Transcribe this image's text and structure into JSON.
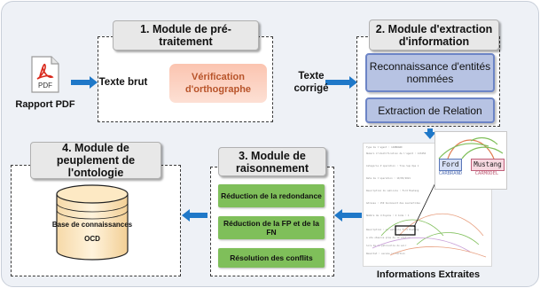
{
  "pdf": {
    "icon_text": "PDF",
    "caption": "Rapport PDF"
  },
  "module1": {
    "title": "1. Module de pré-traitement",
    "input_label": "Texte brut",
    "step": "Vérification d'orthographe"
  },
  "corrected_label": "Texte corrigé",
  "module2": {
    "title": "2. Module d'extraction d'information",
    "step1": "Reconnaissance d'entités nommées",
    "step2": "Extraction de Relation"
  },
  "extracted": {
    "caption": "Informations Extraites",
    "zoom": {
      "entity1": "Ford",
      "type1": "CARBRAND",
      "entity2": "Mustang",
      "type2": "CARMODEL"
    },
    "doc_lines": [
      "Type de l'agent : CARBRAND",
      "Numero d'identification de l'agent : 123456",
      "Categorie d'operation : Tres Sup Ope 1",
      "Date de l'operation : 10/05/2021",
      "Description du vehicule : Ford Mustang",
      "Adresse : 159 boulevard des Laurentides",
      "Nombre de citoyens : 2  Code : 1",
      "Description : Le vehicule Ford Mustang",
      "a ete observe pres de la station",
      "lors de la patrouille du soir",
      "Resultat : aucune infraction"
    ]
  },
  "module3": {
    "title": "3. Module de raisonnement",
    "step1": "Réduction de la redondance",
    "step2": "Réduction de la FP et de la FN",
    "step3": "Résolution des conflits"
  },
  "module4": {
    "title": "4. Module de peuplement de l'ontologie",
    "kb_line1": "Base de connaissances",
    "kb_line2": "OCD"
  },
  "colors": {
    "arrow": "#1f78c8",
    "green": "#7fbf5a",
    "blue_box": "#b7c3e3",
    "orange": "#fbc4b0",
    "pdf_red": "#d9291c"
  }
}
